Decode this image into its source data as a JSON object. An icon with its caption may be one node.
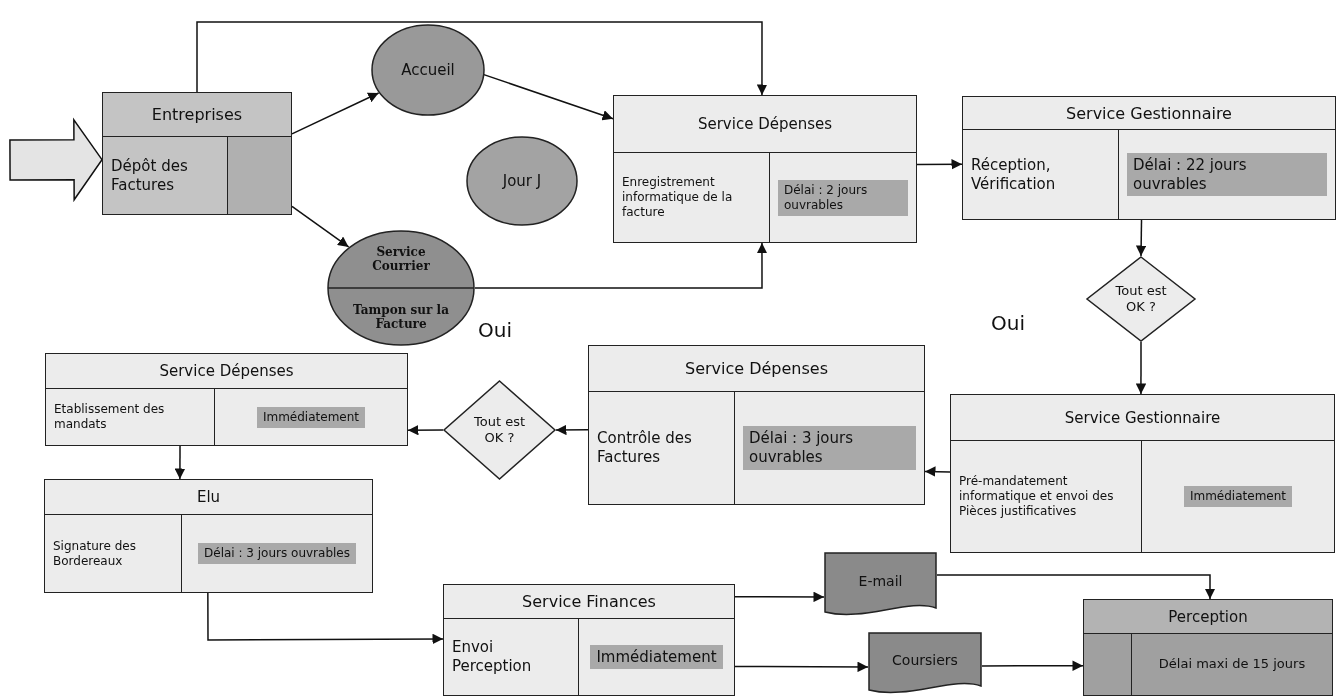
{
  "diagram": {
    "nodes": [
      {
        "text": [
          "Entreprises",
          "Dépôt des Factures"
        ]
      },
      {
        "text": [
          "Accueil"
        ]
      },
      {
        "text": [
          "Jour J"
        ]
      },
      {
        "text": [
          "Service Courrier",
          "Tampon sur la Facture"
        ]
      },
      {
        "text": [
          "Service Dépenses",
          "Enregistrement informatique de la facture",
          "Délai : 2 jours ouvrables"
        ]
      },
      {
        "text": [
          "Service Gestionnaire",
          "Réception, Vérification",
          "Délai : 22 jours ouvrables"
        ]
      },
      {
        "text": [
          "Tout est OK ?"
        ],
        "beside": [
          "Oui"
        ]
      },
      {
        "text": [
          "Service Gestionnaire",
          "Pré-mandatement informatique et envoi des Pièces justificatives",
          "Immédiatement"
        ]
      },
      {
        "text": [
          "Service Dépenses",
          "Contrôle des Factures",
          "Délai : 3 jours ouvrables"
        ]
      },
      {
        "text": [
          "Tout est OK ?"
        ]
      },
      {
        "text": [
          "Service Dépenses",
          "Etablissement des mandats",
          "Immédiatement"
        ]
      },
      {
        "text": [
          "Elu",
          "Signature des Bordereaux",
          "Délai : 3 jours ouvrables"
        ]
      },
      {
        "text": [
          "Service Finances",
          "Envoi Perception",
          "Immédiatement"
        ]
      },
      {
        "text": [
          "E-mail"
        ]
      },
      {
        "text": [
          "Coursiers"
        ]
      },
      {
        "text": [
          "Perception",
          "Délai maxi de 15 jours"
        ]
      }
    ],
    "edges": [
      {
        "from": null,
        "to": 0,
        "arrow": "to",
        "style": "thick"
      },
      {
        "from": 0,
        "to": 1,
        "arrow": "to"
      },
      {
        "from": 0,
        "to": 3,
        "arrow": "to"
      },
      {
        "from": 1,
        "to": 4,
        "arrow": "to"
      },
      {
        "from": 0,
        "to": 4,
        "arrow": "to"
      },
      {
        "from": 3,
        "to": 4,
        "arrow": "to"
      },
      {
        "from": 4,
        "to": 5,
        "arrow": "to"
      },
      {
        "from": 5,
        "to": 6,
        "arrow": "to"
      },
      {
        "from": 6,
        "to": 7,
        "arrow": "to"
      },
      {
        "from": 7,
        "to": 8,
        "arrow": "to"
      },
      {
        "from": 8,
        "to": 9,
        "arrow": "to"
      },
      {
        "from": 9,
        "to": 10,
        "arrow": "to"
      },
      {
        "from": 10,
        "to": 11,
        "arrow": "to"
      },
      {
        "from": 11,
        "to": 12,
        "arrow": "to"
      },
      {
        "from": 12,
        "to": 13,
        "arrow": "to"
      },
      {
        "from": 12,
        "to": 14,
        "arrow": "to"
      },
      {
        "from": 13,
        "to": 15,
        "arrow": "to"
      },
      {
        "from": 14,
        "to": 15,
        "arrow": "to"
      }
    ],
    "labels": [
      "Oui"
    ]
  }
}
